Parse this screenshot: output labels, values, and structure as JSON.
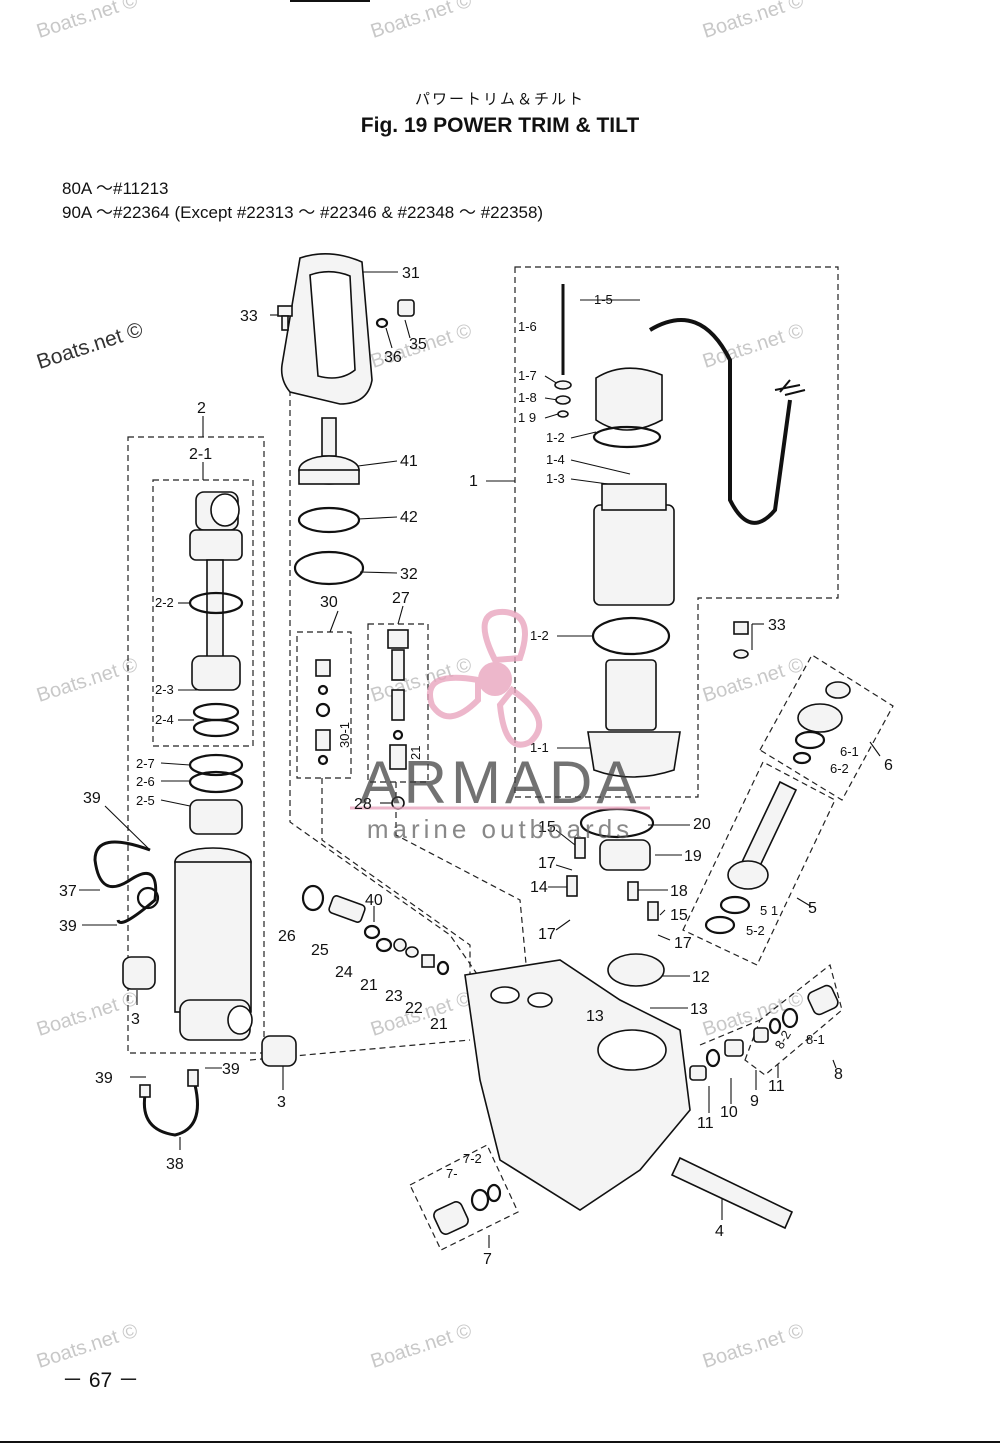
{
  "header": {
    "jp_title": "パワートリム＆チルト",
    "fig_title": "Fig. 19    POWER TRIM & TILT"
  },
  "applicability": [
    "80A    ～#11213",
    "90A    ～#22364    (Except #22313 ～ #22346 & #22348 ～ #22358)"
  ],
  "watermarks": {
    "boats": "Boats.net ©"
  },
  "overlay_logo": {
    "name": "ARMADA",
    "tagline": "marine outboards",
    "color_pink": "#e8a3bd",
    "color_text": "#3c3c3c"
  },
  "parts": {
    "p1": "1",
    "p1_1": "1-1",
    "p1_2": "1-2",
    "p1_3": "1-3",
    "p1_4": "1-4",
    "p1_5": "1-5",
    "p1_6": "1-6",
    "p1_7": "1-7",
    "p1_8": "1-8",
    "p1_9": "1 9",
    "p2": "2",
    "p2_1": "2-1",
    "p2_2": "2-2",
    "p2_3": "2-3",
    "p2_4": "2-4",
    "p2_5": "2-5",
    "p2_6": "2-6",
    "p2_7": "2-7",
    "p3": "3",
    "p4": "4",
    "p5": "5",
    "p5_1": "5 1",
    "p5_2": "5-2",
    "p6": "6",
    "p6_1": "6-1",
    "p6_2": "6-2",
    "p7": "7",
    "p7_1": "7-",
    "p7_2": "7-2",
    "p8": "8",
    "p8_1": "8-1",
    "p8_2": "8-2",
    "p9": "9",
    "p10": "10",
    "p11": "11",
    "p12": "12",
    "p13": "13",
    "p14": "14",
    "p15": "15",
    "p17": "17",
    "p18": "18",
    "p19": "19",
    "p20": "20",
    "p21": "21",
    "p22": "22",
    "p23": "23",
    "p24": "24",
    "p25": "25",
    "p26": "26",
    "p27": "27",
    "p28": "28",
    "p30": "30",
    "p30_1": "30-1",
    "p31": "31",
    "p32": "32",
    "p33": "33",
    "p35": "35",
    "p36": "36",
    "p37": "37",
    "p38": "38",
    "p39": "39",
    "p40": "40",
    "p41": "41",
    "p42": "42"
  },
  "footer": {
    "page_number": "－ 67 －"
  }
}
